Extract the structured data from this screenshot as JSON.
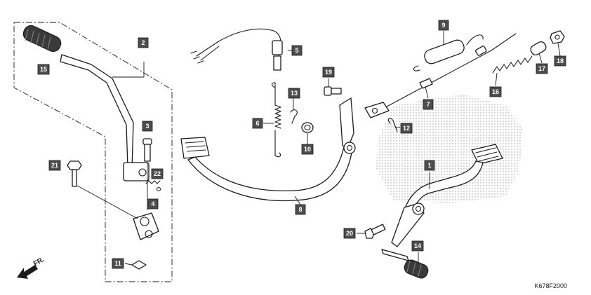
{
  "diagram_code": "K678F2000",
  "direction_label": "FR.",
  "callouts": [
    {
      "id": "c1",
      "label": "1"
    },
    {
      "id": "c2",
      "label": "2"
    },
    {
      "id": "c3",
      "label": "3"
    },
    {
      "id": "c4",
      "label": "4"
    },
    {
      "id": "c5",
      "label": "5"
    },
    {
      "id": "c6",
      "label": "6"
    },
    {
      "id": "c7",
      "label": "7"
    },
    {
      "id": "c8",
      "label": "8"
    },
    {
      "id": "c9",
      "label": "9"
    },
    {
      "id": "c10",
      "label": "10"
    },
    {
      "id": "c11",
      "label": "11"
    },
    {
      "id": "c12",
      "label": "12"
    },
    {
      "id": "c13",
      "label": "13"
    },
    {
      "id": "c14",
      "label": "14"
    },
    {
      "id": "c15",
      "label": "15"
    },
    {
      "id": "c16",
      "label": "16"
    },
    {
      "id": "c17",
      "label": "17"
    },
    {
      "id": "c18",
      "label": "18"
    },
    {
      "id": "c19",
      "label": "19"
    },
    {
      "id": "c20",
      "label": "20"
    },
    {
      "id": "c21",
      "label": "21"
    },
    {
      "id": "c22",
      "label": "22"
    }
  ]
}
